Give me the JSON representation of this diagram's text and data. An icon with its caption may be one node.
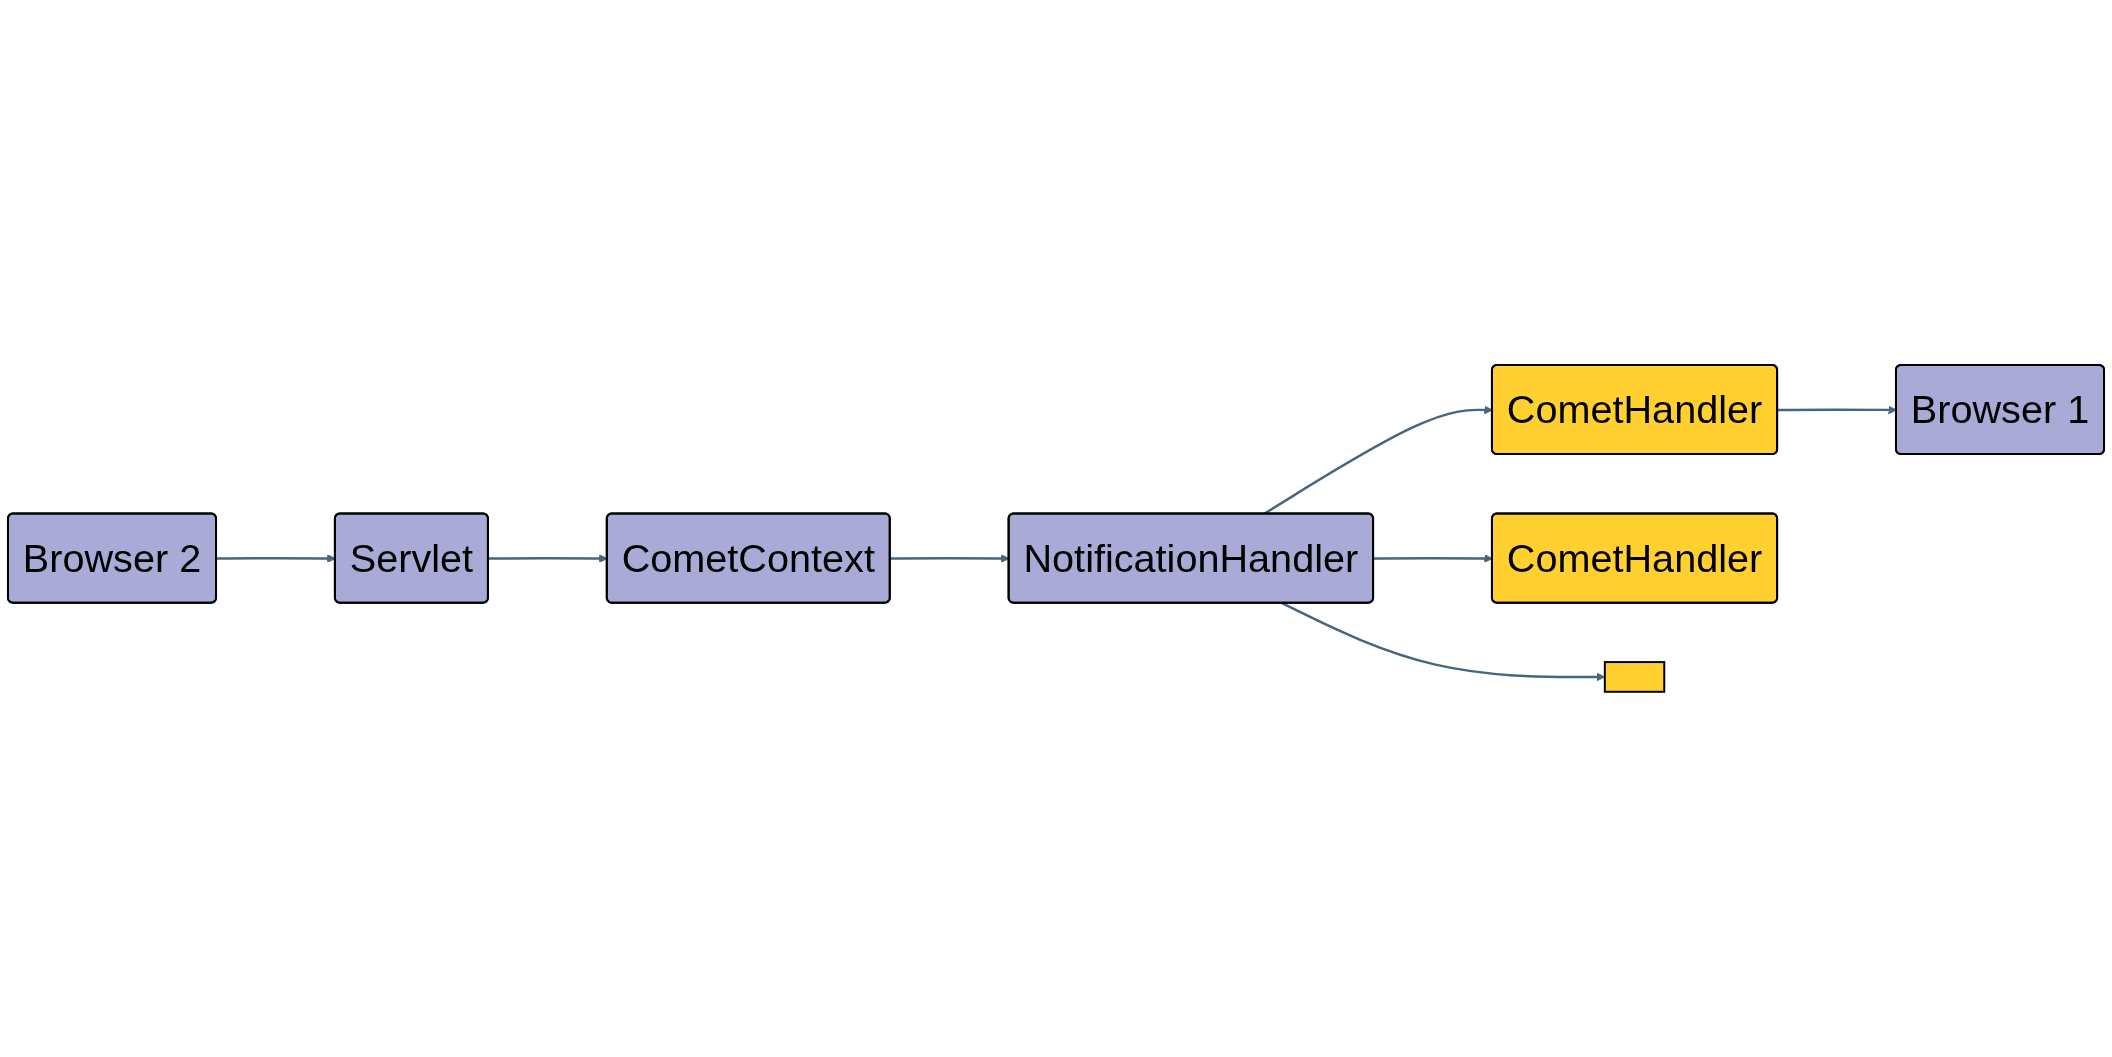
{
  "diagram": {
    "nodes": [
      {
        "text": [
          "Browser 1"
        ]
      },
      {
        "text": [
          "CometHandler"
        ]
      },
      {
        "text": [
          "CometHandler"
        ]
      },
      {
        "text": [],
        "shape": "box"
      },
      {
        "text": [
          "Browser 2"
        ]
      },
      {
        "text": [
          "CometContext"
        ]
      },
      {
        "text": [
          "NotificationHandler"
        ]
      },
      {
        "text": [
          "Servlet"
        ]
      }
    ],
    "edges": [
      {
        "from": 1,
        "to": 0,
        "arrow": "to"
      },
      {
        "from": 4,
        "to": 7,
        "arrow": "to"
      },
      {
        "from": 7,
        "to": 5,
        "arrow": "to"
      },
      {
        "from": 5,
        "to": 6,
        "arrow": "to"
      },
      {
        "from": 6,
        "to": 1,
        "arrow": "to"
      },
      {
        "from": 6,
        "to": 2,
        "arrow": "to"
      },
      {
        "from": 6,
        "to": 3,
        "arrow": "to"
      }
    ]
  }
}
